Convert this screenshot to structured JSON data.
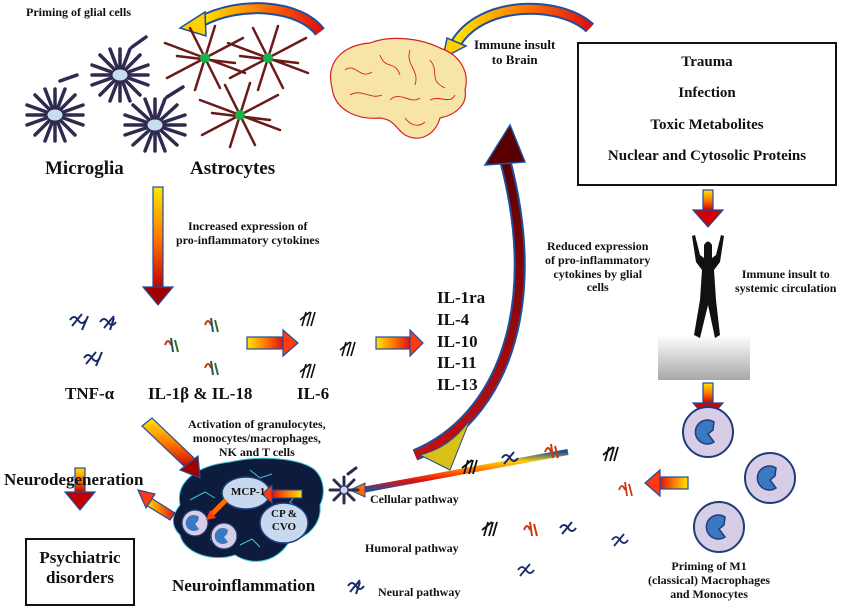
{
  "figure": {
    "colors": {
      "arrow_top": "#ffe600",
      "arrow_mid": "#ff7a00",
      "arrow_bottom": "#c80000",
      "arrow_outline": "#1f4e9c",
      "dark_arrow": "#7a0a0a",
      "microglia": "#2f2a4f",
      "astrocyte": "#6b1a1a",
      "astrocyte_fill": "#e6ecc8",
      "astrocyte_nucleus": "#17b34a",
      "brain_fill": "#f7e4a8",
      "brain_vein": "#d62020",
      "neuro_brain": "#0d1b3d",
      "neuro_vein": "#3fc5d6",
      "bubble_fill": "#c8d8ee",
      "macrophage_fill": "#d8cde6",
      "macrophage_outline": "#1f3d7a",
      "macrophage_nucleus": "#3a78c2",
      "yellow_curve": "#d8c21a"
    }
  },
  "labels": {
    "priming_glial": "Priming of glial cells",
    "microglia": "Microglia",
    "astrocytes": "Astrocytes",
    "immune_insult_brain_1": "Immune insult",
    "immune_insult_brain_2": "to Brain",
    "increased_expr_1": "Increased expression of",
    "increased_expr_2": "pro-inflammatory cytokines",
    "tnf": "TNF-α",
    "il1b_il18": "IL-1β & IL-18",
    "il6": "IL-6",
    "reduced_expr_1": "Reduced expression",
    "reduced_expr_2": "of pro-inflammatory",
    "reduced_expr_3": "cytokines by glial",
    "reduced_expr_4": "cells",
    "immune_insult_systemic_1": "Immune insult to",
    "immune_insult_systemic_2": "systemic circulation",
    "activation_1": "Activation of granulocytes,",
    "activation_2": "monocytes/macrophages,",
    "activation_3": "NK and T cells",
    "neurodegeneration": "Neurodegeneration",
    "psychiatric_1": "Psychiatric",
    "psychiatric_2": "disorders",
    "mcp1": "MCP-1",
    "cp_1": "CP &",
    "cp_2": "CVO",
    "neuroinflammation": "Neuroinflammation",
    "cellular_pathway": "Cellular pathway",
    "humoral_pathway": "Humoral pathway",
    "neural_pathway": "Neural pathway",
    "priming_m1_1": "Priming of M1",
    "priming_m1_2": "(classical) Macrophages",
    "priming_m1_3": "and Monocytes"
  },
  "insults_box": {
    "items": [
      "Trauma",
      "Infection",
      "Toxic Metabolites",
      "Nuclear and Cytosolic Proteins"
    ]
  },
  "anti_inflammatory": {
    "items": [
      "IL-1ra",
      "IL-4",
      "IL-10",
      "IL-11",
      "IL-13"
    ]
  }
}
